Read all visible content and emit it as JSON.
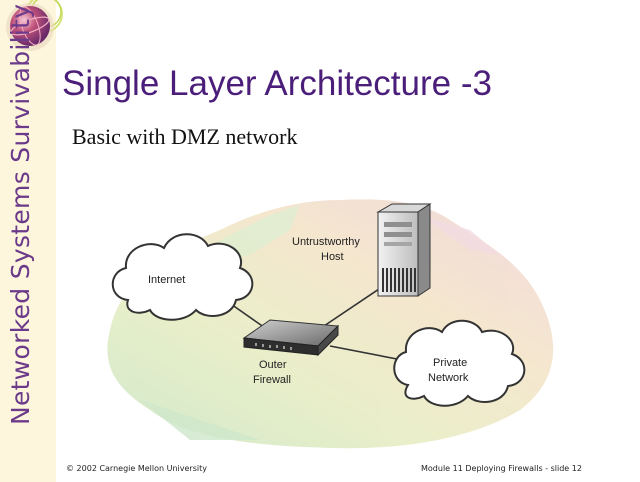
{
  "sidebar": {
    "organization": "Networked Systems Survivability"
  },
  "slide": {
    "title": "Single Layer Architecture -3",
    "subtitle": "Basic with DMZ network"
  },
  "diagram": {
    "nodes": {
      "internet": "Internet",
      "untrusted_host": [
        "Untrustworthy",
        "Host"
      ],
      "firewall": [
        "Outer",
        "Firewall"
      ],
      "private": [
        "Private",
        "Network"
      ]
    }
  },
  "footer": {
    "copyright": "© 2002 Carnegie Mellon University",
    "module": "Module 11 Deploying Firewalls - slide 12"
  }
}
